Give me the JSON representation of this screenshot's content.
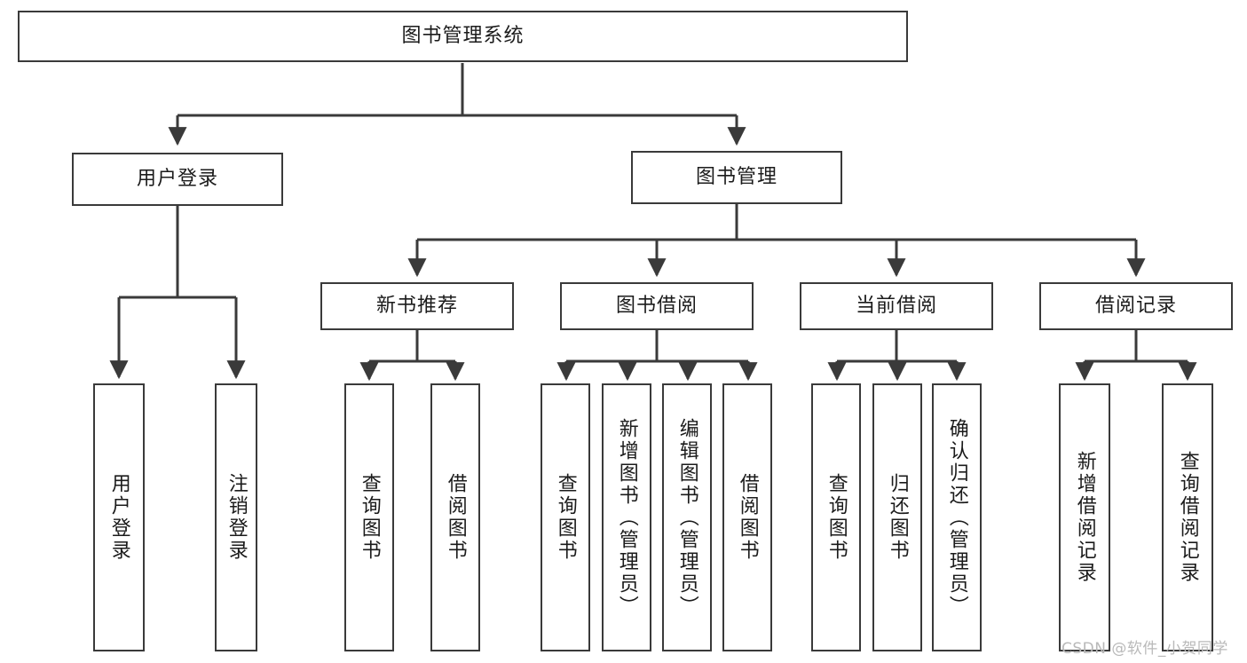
{
  "diagram": {
    "title_node": {
      "label": "图书管理系统"
    },
    "level2": [
      {
        "id": "user-login",
        "label": "用户登录"
      },
      {
        "id": "book-management",
        "label": "图书管理"
      }
    ],
    "level3": [
      {
        "id": "new-book-recommend",
        "label": "新书推荐"
      },
      {
        "id": "book-borrow",
        "label": "图书借阅"
      },
      {
        "id": "current-borrow",
        "label": "当前借阅"
      },
      {
        "id": "borrow-record",
        "label": "借阅记录"
      }
    ],
    "leaves": [
      {
        "id": "leaf-user-login",
        "label": "用户登录",
        "parent": "user-login"
      },
      {
        "id": "leaf-logout-login",
        "label": "注销登录",
        "parent": "user-login"
      },
      {
        "id": "leaf-query-book-1",
        "label": "查询图书",
        "parent": "new-book-recommend"
      },
      {
        "id": "leaf-borrow-book-1",
        "label": "借阅图书",
        "parent": "new-book-recommend"
      },
      {
        "id": "leaf-query-book-2",
        "label": "查询图书",
        "parent": "book-borrow"
      },
      {
        "id": "leaf-add-book",
        "label": "新增图书（管理员）",
        "parent": "book-borrow"
      },
      {
        "id": "leaf-edit-book",
        "label": "编辑图书（管理员）",
        "parent": "book-borrow"
      },
      {
        "id": "leaf-borrow-book-2",
        "label": "借阅图书",
        "parent": "book-borrow"
      },
      {
        "id": "leaf-query-book-3",
        "label": "查询图书",
        "parent": "current-borrow"
      },
      {
        "id": "leaf-return-book",
        "label": "归还图书",
        "parent": "current-borrow"
      },
      {
        "id": "leaf-confirm-return",
        "label": "确认归还（管理员）",
        "parent": "current-borrow"
      },
      {
        "id": "leaf-add-record",
        "label": "新增借阅记录",
        "parent": "borrow-record"
      },
      {
        "id": "leaf-query-record",
        "label": "查询借阅记录",
        "parent": "borrow-record"
      }
    ],
    "colors": {
      "stroke": "#3a3a3a",
      "fill": "#ffffff",
      "text": "#1b1b1b",
      "watermark": "#b9b9b9"
    }
  },
  "watermark": {
    "text": "CSDN @软件_小贺同学"
  }
}
